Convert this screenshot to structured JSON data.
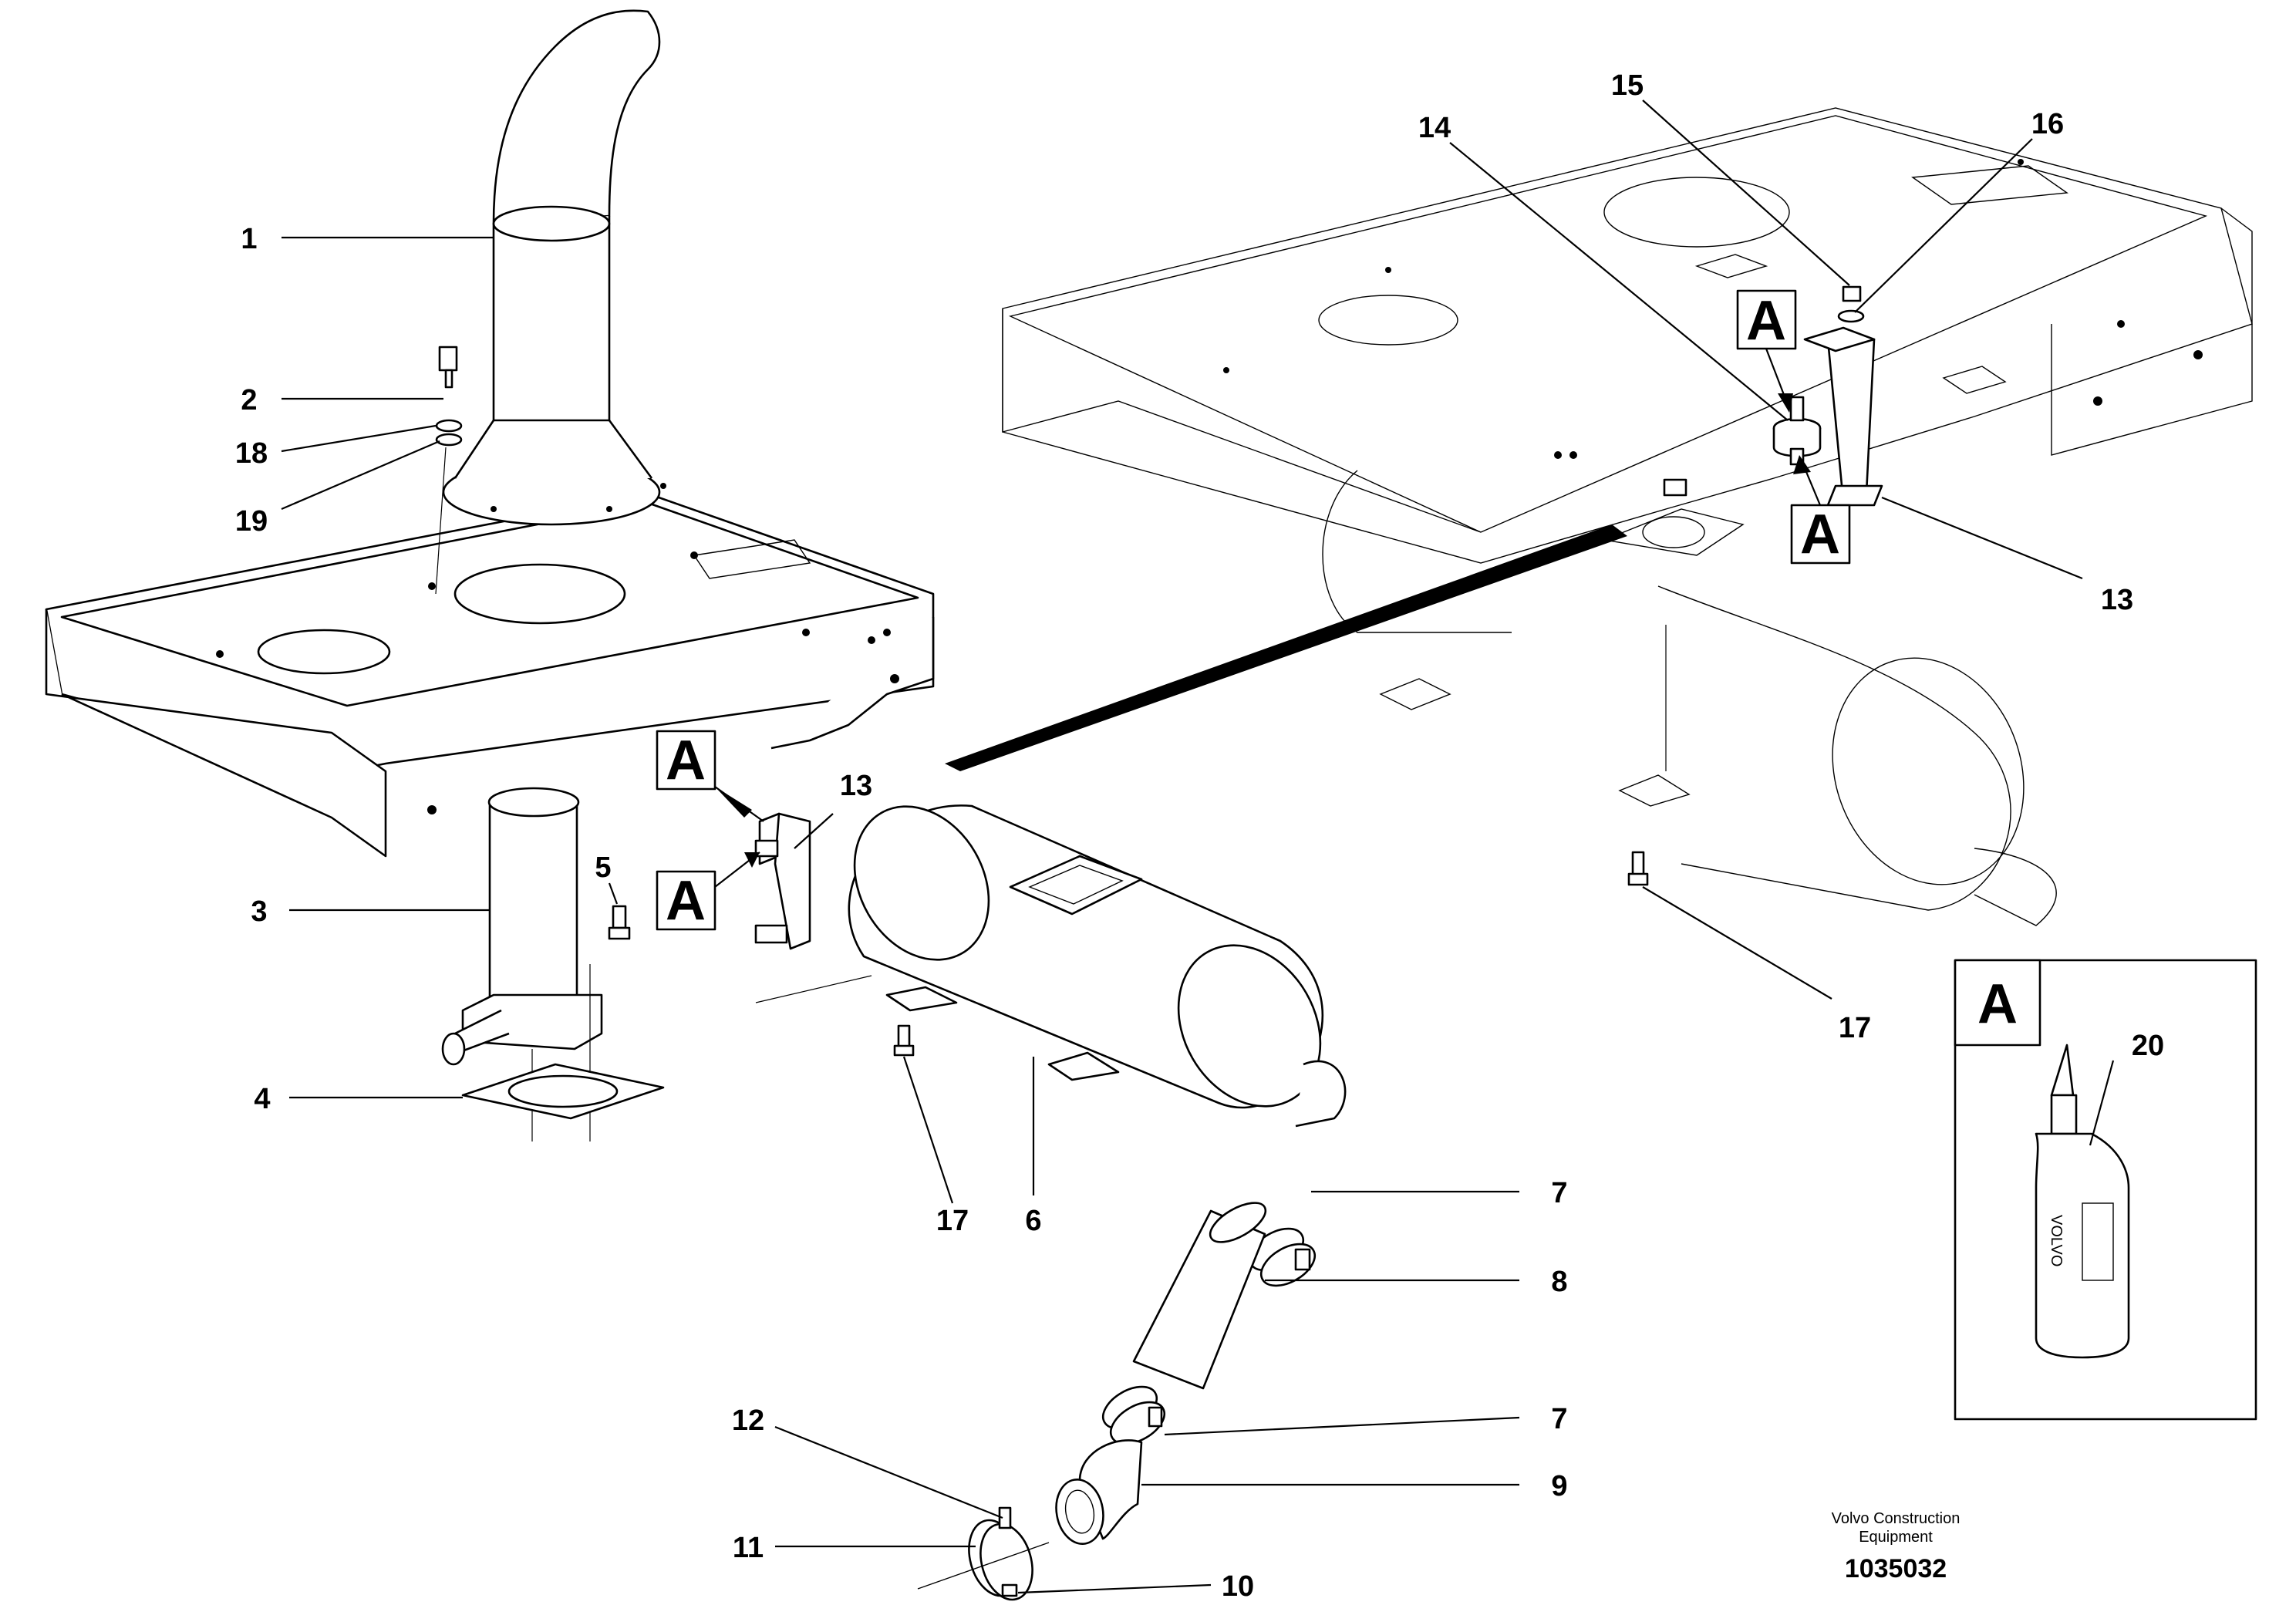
{
  "callouts": [
    "1",
    "2",
    "3",
    "4",
    "5",
    "6",
    "7",
    "7",
    "8",
    "9",
    "10",
    "11",
    "12",
    "13",
    "13",
    "14",
    "15",
    "16",
    "17",
    "17",
    "18",
    "19",
    "20"
  ],
  "marker_letter": "A",
  "bottle_brand": "VOLVO",
  "footer": {
    "line1": "Volvo Construction",
    "line2": "Equipment",
    "doc_number": "1035032"
  }
}
